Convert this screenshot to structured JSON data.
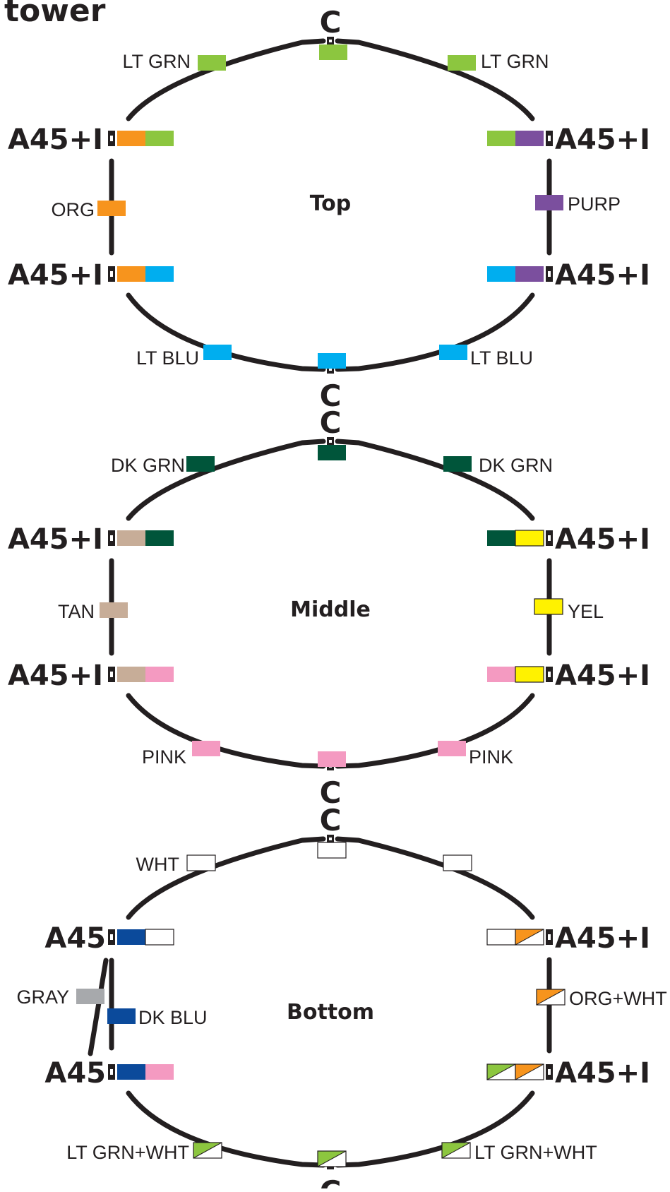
{
  "header": "tower",
  "section_titles": [
    "Top",
    "Middle",
    "Bottom"
  ],
  "labels": {
    "connector": "C",
    "a45i": "A45+I",
    "a45": "A45",
    "lt_grn": "LT GRN",
    "org": "ORG",
    "purp": "PURP",
    "lt_blu": "LT BLU",
    "dk_grn": "DK GRN",
    "tan": "TAN",
    "yel": "YEL",
    "pink": "PINK",
    "wht": "WHT",
    "gray": "GRAY",
    "dk_blu": "DK BLU",
    "org_wht": "ORG+WHT",
    "lt_grn_wht": "LT GRN+WHT"
  },
  "colors": {
    "lt_grn": "#8cc63f",
    "orange": "#f7941d",
    "purple": "#7b4f9e",
    "lt_blu": "#00aeef",
    "dk_grn": "#00553a",
    "tan": "#c7ad98",
    "yellow": "#fff200",
    "pink": "#f49ac1",
    "white": "#ffffff",
    "gray": "#a7a9ac",
    "dk_blu": "#0b4a9b",
    "ink": "#231f20"
  }
}
